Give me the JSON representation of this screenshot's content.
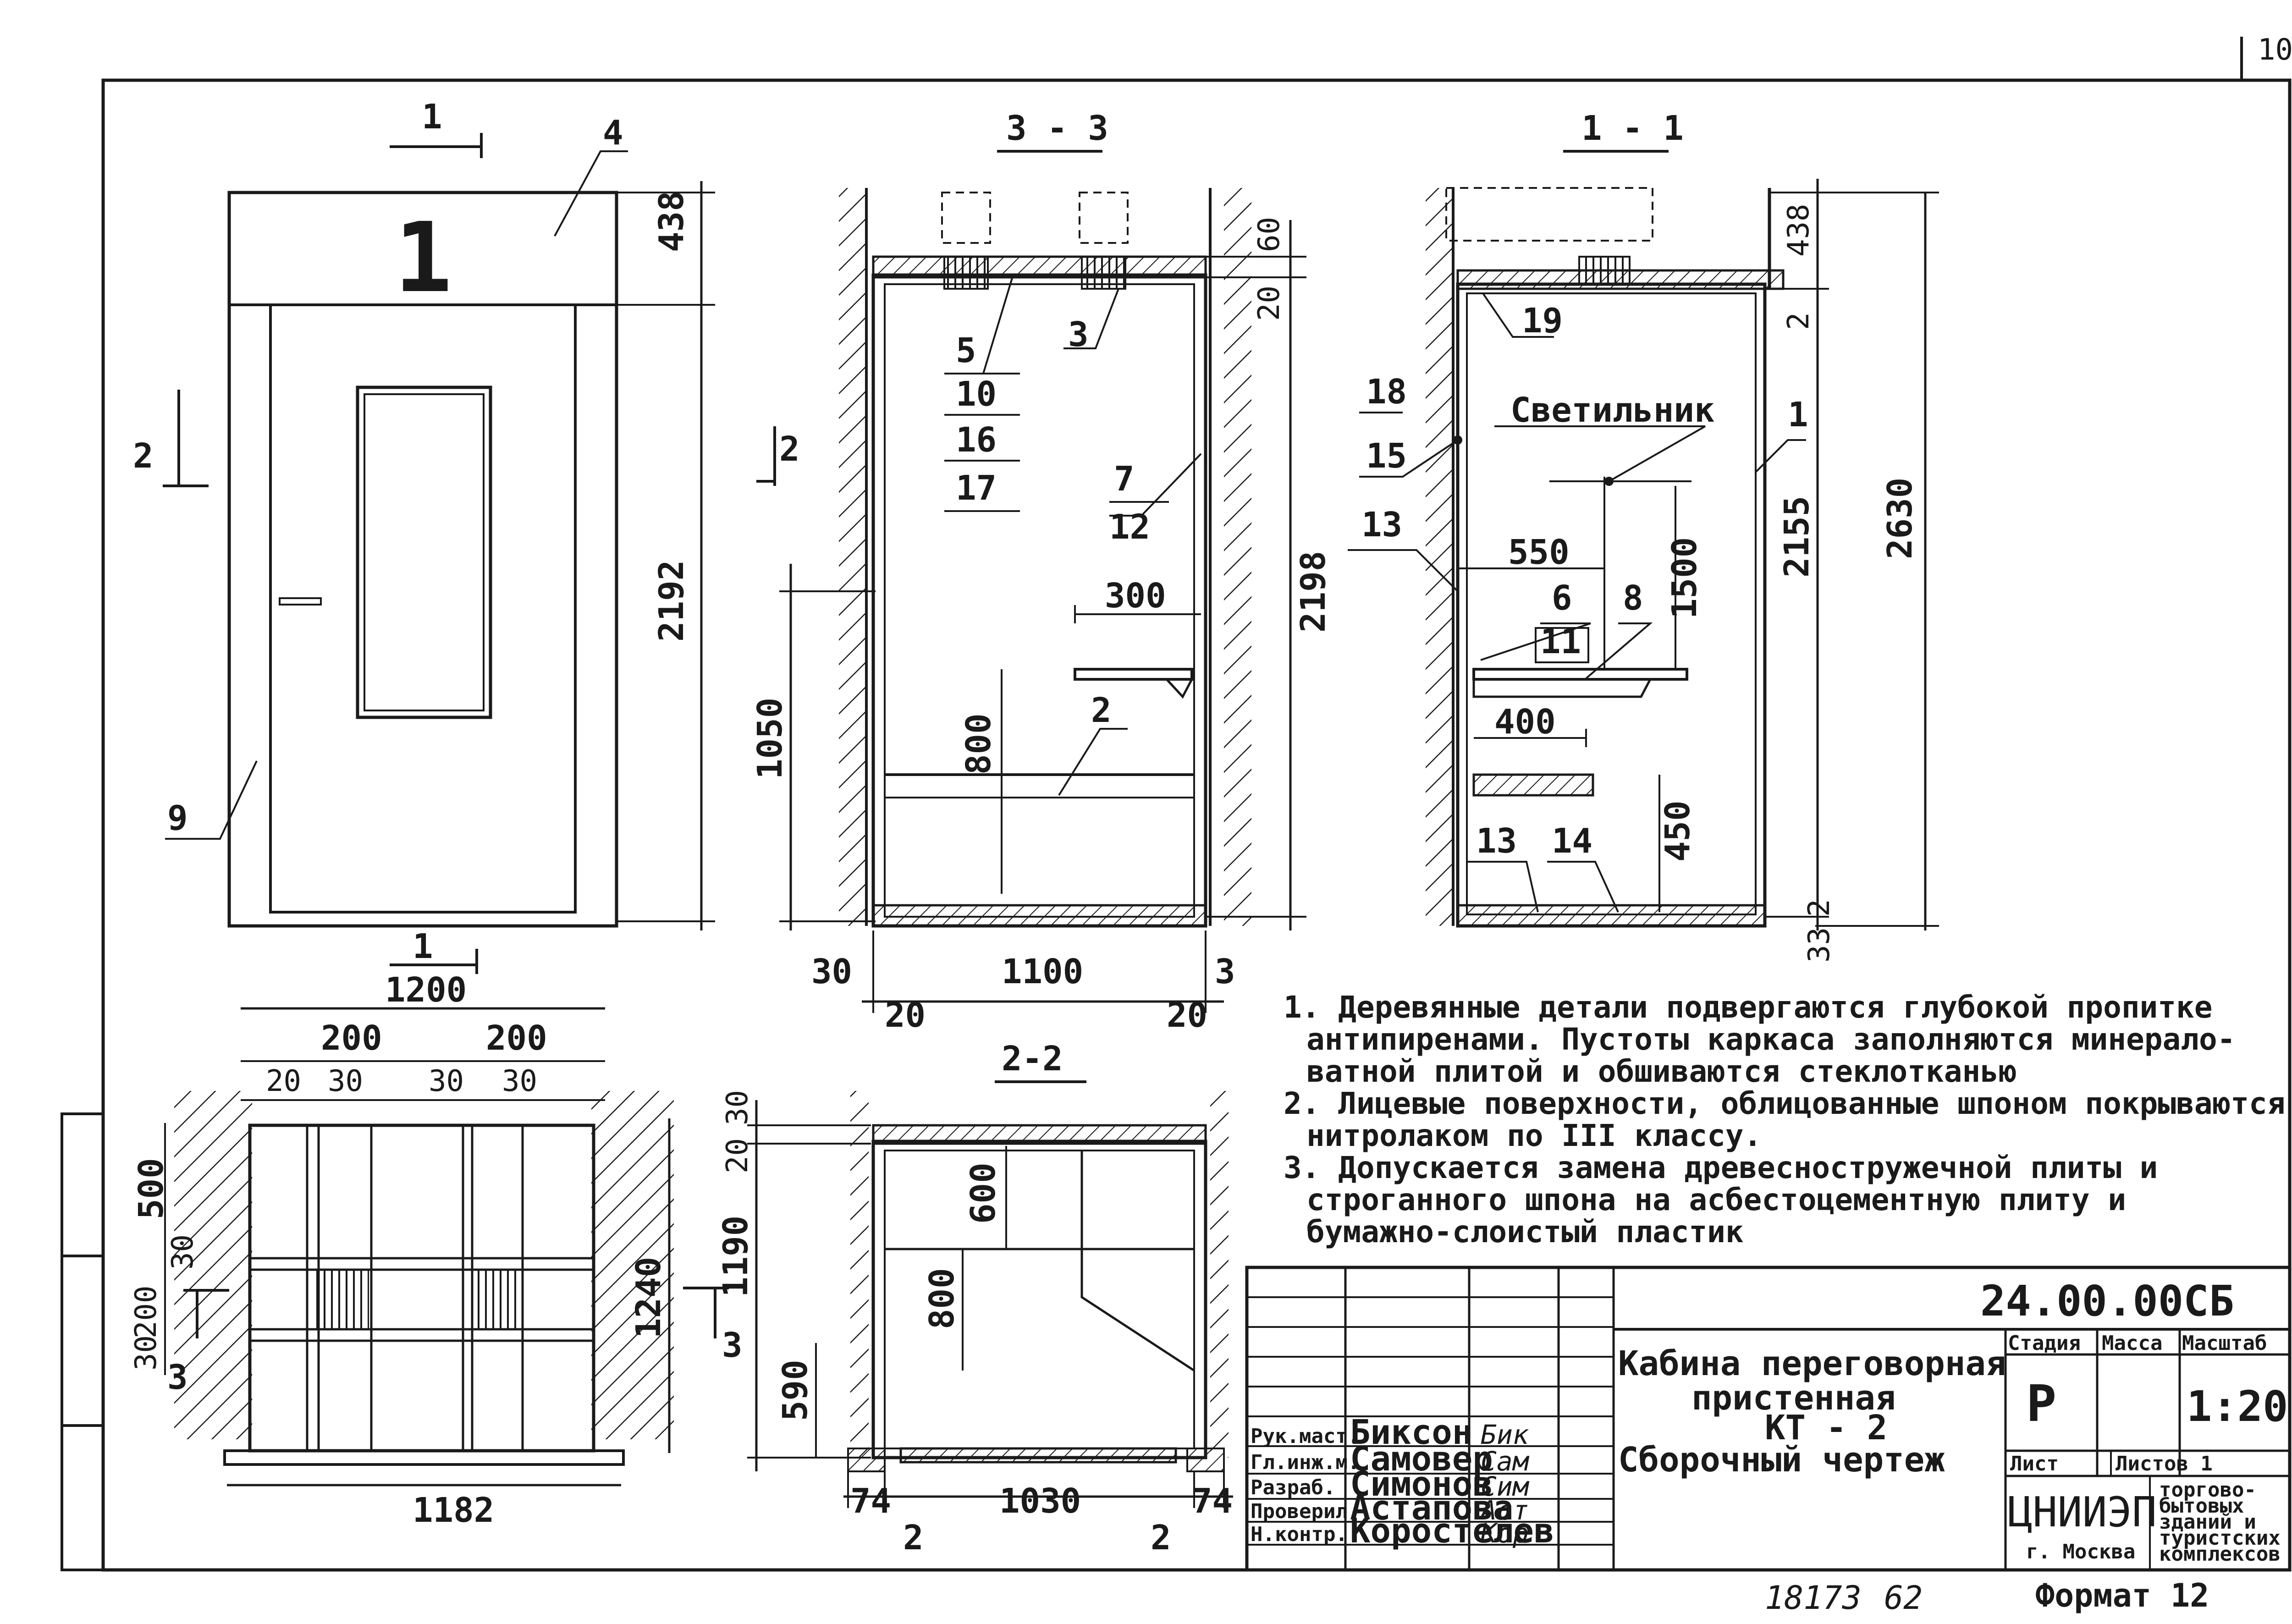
{
  "sheet": {
    "page_number": "10",
    "format": "Формат 12",
    "inventory": "18173",
    "inventory_page": "62"
  },
  "views": {
    "front": {
      "section_mark_top": "1",
      "section_mark_bottom": "1",
      "section_mark_side": "2",
      "cabin_number": "1",
      "callouts": [
        "4",
        "9"
      ],
      "dims": [
        "438",
        "2192"
      ]
    },
    "section_3_3": {
      "title": "3 - 3",
      "section_mark_side": "2",
      "callouts": [
        "5",
        "10",
        "16",
        "17",
        "3",
        "7",
        "12",
        "2"
      ],
      "dims": [
        "60",
        "20",
        "2198",
        "1050",
        "300",
        "800",
        "30",
        "1100",
        "3",
        "20",
        "20"
      ]
    },
    "section_1_1": {
      "title": "1 - 1",
      "lamp_label": "Светильник",
      "callouts": [
        "19",
        "18",
        "15",
        "13",
        "1",
        "6",
        "11",
        "8",
        "13",
        "14"
      ],
      "dims": [
        "438",
        "2",
        "2155",
        "2630",
        "550",
        "1500",
        "400",
        "450",
        "2",
        "33"
      ]
    },
    "plan": {
      "section_mark": "3",
      "dims": [
        "1200",
        "200",
        "200",
        "20",
        "30",
        "30",
        "30",
        "500",
        "30",
        "30",
        "200",
        "1240",
        "1182"
      ]
    },
    "section_2_2": {
      "title": "2-2",
      "section_mark": "3",
      "dims": [
        "30",
        "20",
        "1190",
        "600",
        "800",
        "590",
        "74",
        "1030",
        "74",
        "2",
        "2"
      ]
    }
  },
  "notes": [
    "1. Деревянные детали подвергаются глубокой пропитке",
    "антипиренами. Пустоты каркаса заполняются минерало-",
    "ватной плитой и обшиваются стеклотканью",
    "2. Лицевые поверхности, облицованные шпоном покрываются",
    "нитролаком по III классу.",
    "3. Допускается замена древесностружечной плиты и",
    "строганного шпона на асбестоцементную плиту и",
    "бумажно-слоистый пластик"
  ],
  "title_block": {
    "doc_code": "24.00.00СБ",
    "title_lines": [
      "Кабина переговорная",
      "пристенная",
      "КТ - 2",
      "Сборочный чертеж"
    ],
    "col_stage": "Стадия",
    "col_mass": "Масса",
    "col_scale": "Масштаб",
    "stage": "Р",
    "mass": "",
    "scale": "1:20",
    "sheet_label": "Лист",
    "sheets_label": "Листов 1",
    "org": "ЦНИИЭП",
    "city": "г. Москва",
    "org_dept": [
      "торгово-",
      "бытовых",
      "зданий и",
      "туристских",
      "комплексов"
    ],
    "roles": [
      {
        "role": "Рук.маст.",
        "name": "Биксон",
        "sign": "Бик"
      },
      {
        "role": "Гл.инж.м.",
        "name": "Самовер",
        "sign": "Сам"
      },
      {
        "role": "Разраб.",
        "name": "Симонов",
        "sign": "Сим"
      },
      {
        "role": "Проверил",
        "name": "Астапова",
        "sign": "Аст"
      },
      {
        "role": "Н.контр.",
        "name": "Коростелев",
        "sign": "Кор"
      }
    ]
  }
}
